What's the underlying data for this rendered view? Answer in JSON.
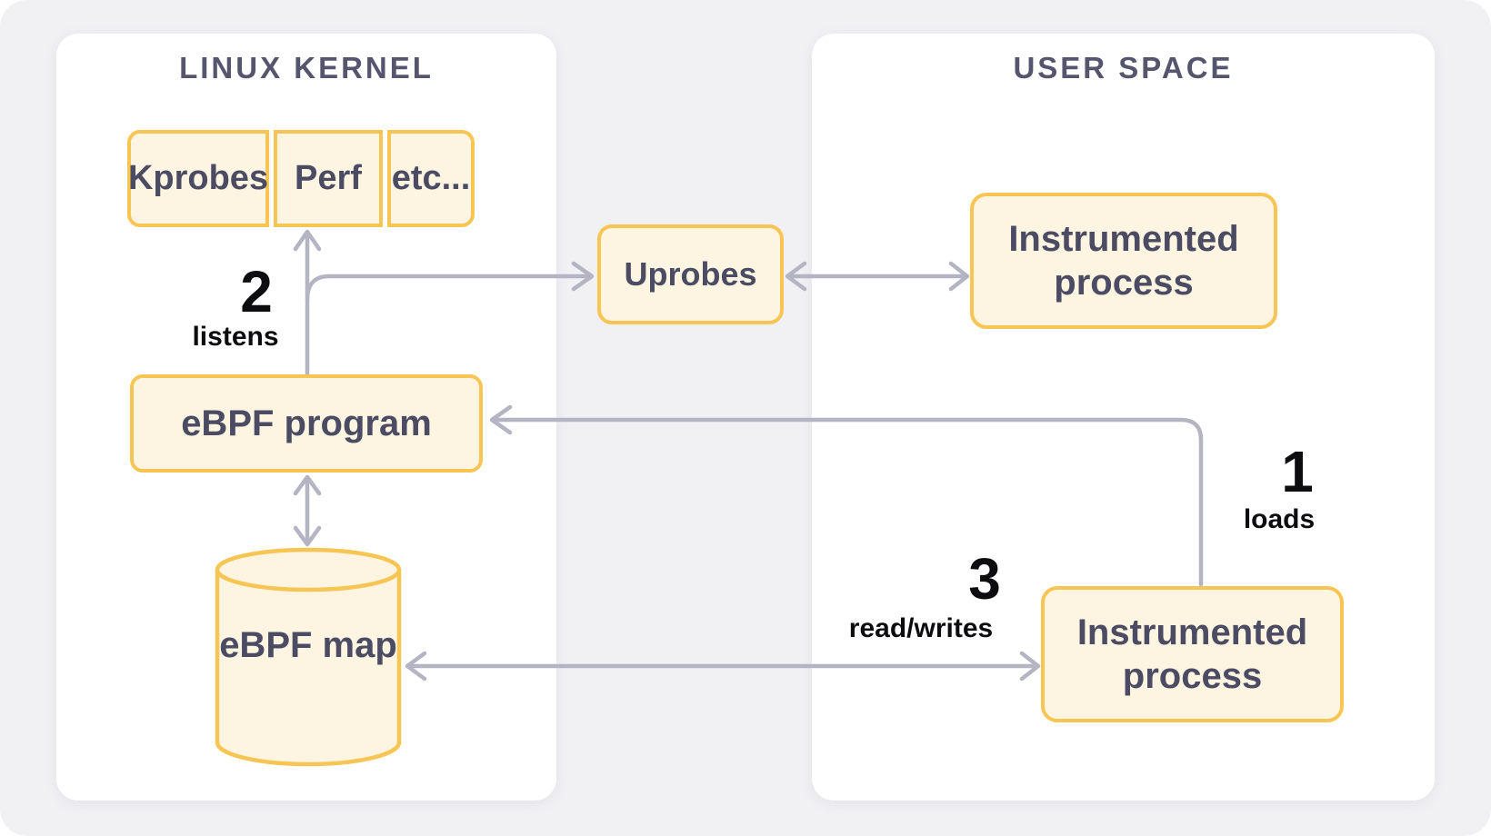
{
  "panels": [
    {
      "id": "linux-kernel",
      "title": "LINUX KERNEL"
    },
    {
      "id": "user-space",
      "title": "USER SPACE"
    }
  ],
  "nodes": {
    "kprobes": {
      "label": "Kprobes",
      "shape": "box"
    },
    "perf": {
      "label": "Perf",
      "shape": "box"
    },
    "etc": {
      "label": "etc...",
      "shape": "box"
    },
    "ebpf_program": {
      "label": "eBPF program",
      "shape": "box"
    },
    "ebpf_map": {
      "label": "eBPF map",
      "shape": "cylinder"
    },
    "uprobes": {
      "label": "Uprobes",
      "shape": "box"
    },
    "instrumented_process_top": {
      "label": "Instrumented process",
      "shape": "box"
    },
    "instrumented_process_bottom": {
      "label": "Instrumented process",
      "shape": "box"
    }
  },
  "annotations": {
    "step1": {
      "number": "1",
      "label": "loads"
    },
    "step2": {
      "number": "2",
      "label": "listens"
    },
    "step3": {
      "number": "3",
      "label": "read/writes"
    }
  },
  "edges": [
    {
      "from": "ebpf_program",
      "to": "kprobes_perf_etc",
      "direction": "one-way",
      "annotation": "2 listens"
    },
    {
      "from": "ebpf_program",
      "to": "uprobes",
      "direction": "one-way",
      "annotation": "2 listens"
    },
    {
      "from": "uprobes",
      "to": "instrumented_process_top",
      "direction": "two-way"
    },
    {
      "from": "ebpf_program",
      "to": "ebpf_map",
      "direction": "two-way"
    },
    {
      "from": "instrumented_process_bottom",
      "to": "ebpf_program",
      "direction": "one-way",
      "annotation": "1 loads"
    },
    {
      "from": "ebpf_map",
      "to": "instrumented_process_bottom",
      "direction": "two-way",
      "annotation": "3 read/writes"
    }
  ],
  "colors": {
    "canvas_bg": "#F1F1F4",
    "panel_bg": "#FFFFFF",
    "node_fill": "#FDF5E2",
    "node_border": "#F7C553",
    "node_text": "#4B4B63",
    "panel_title_text": "#55556E",
    "arrow": "#B4B4C3",
    "annotation_text": "#0D0D10"
  }
}
